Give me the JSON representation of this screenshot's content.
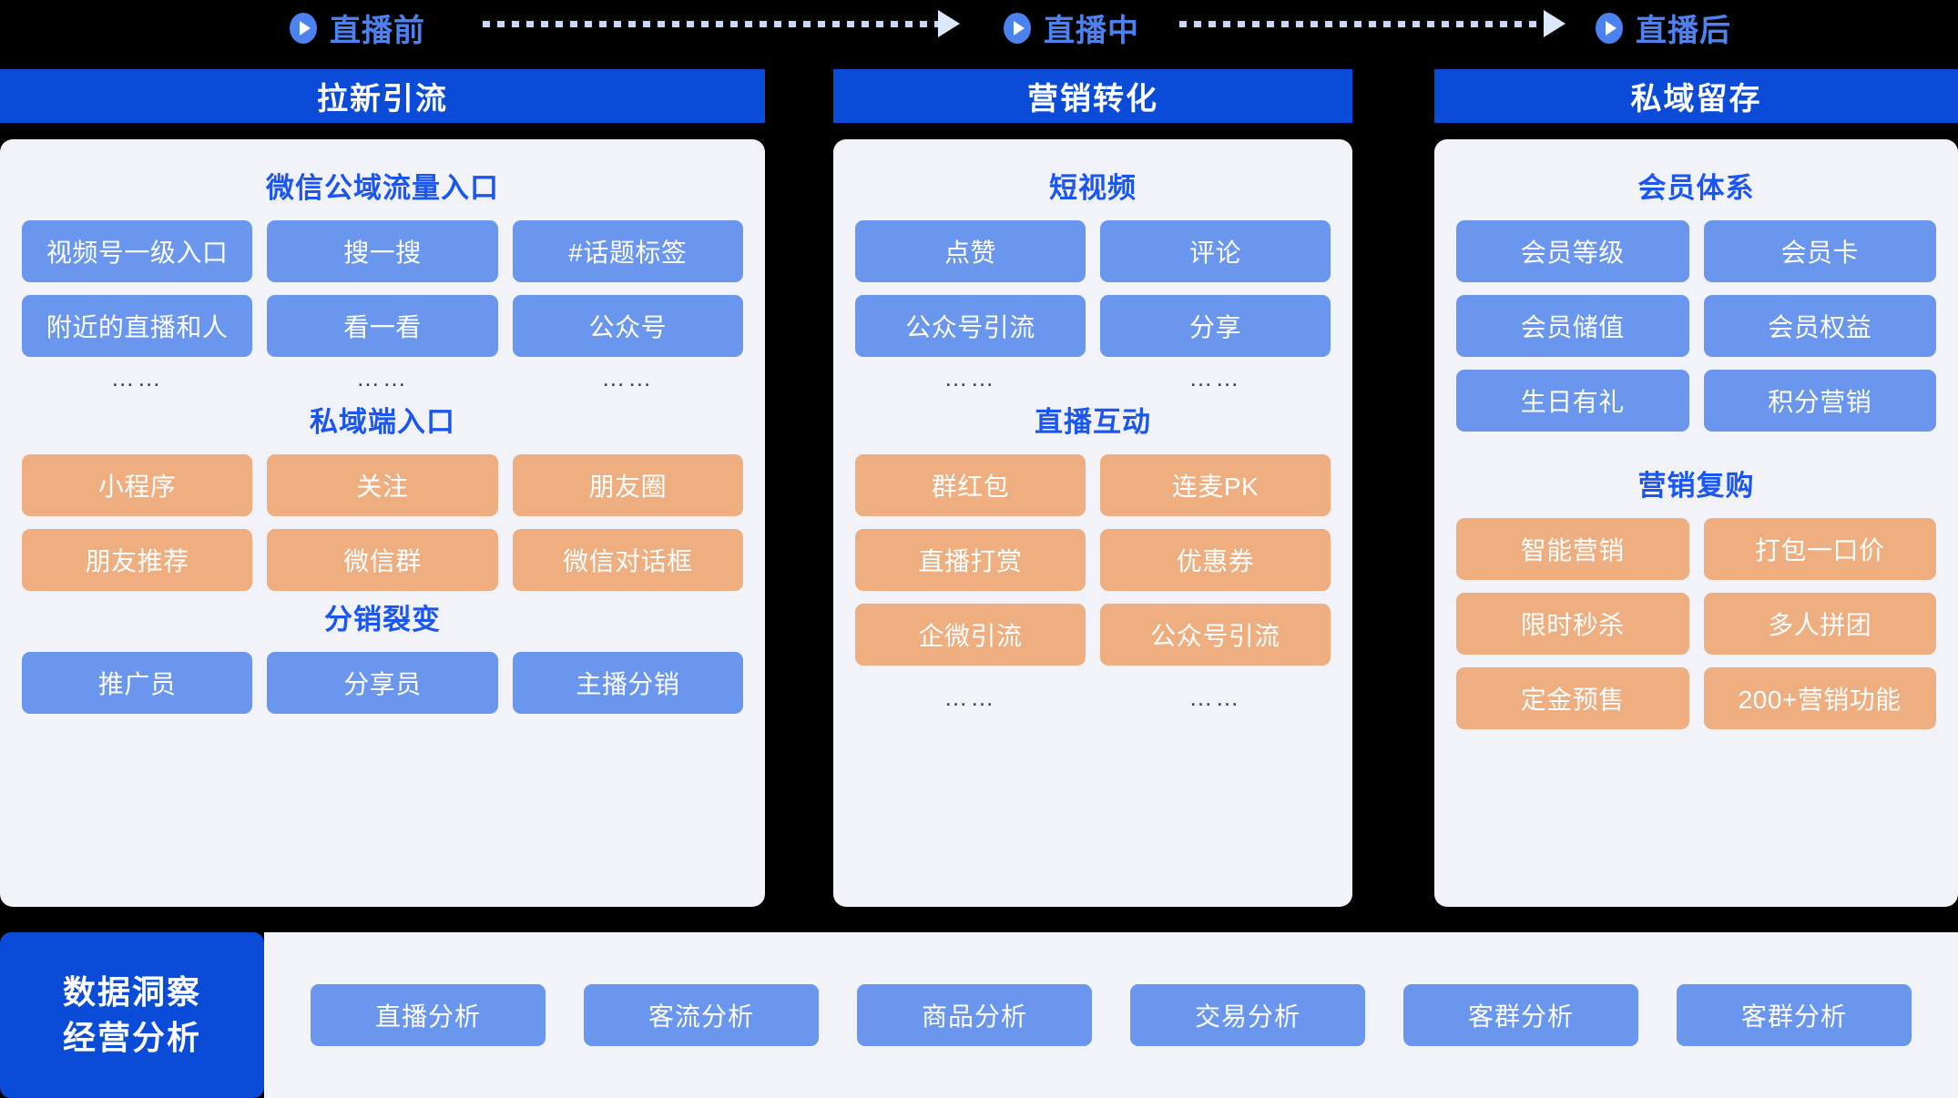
{
  "phases": [
    {
      "icon": "play-circle-icon",
      "label": "直播前"
    },
    {
      "icon": "play-circle-icon",
      "label": "直播中"
    },
    {
      "icon": "play-circle-icon",
      "label": "直播后"
    }
  ],
  "columns": [
    {
      "header": "拉新引流",
      "sections": [
        {
          "title": "微信公域流量入口",
          "style": "blue",
          "cols": 3,
          "items": [
            "视频号一级入口",
            "搜一搜",
            "#话题标签",
            "附近的直播和人",
            "看一看",
            "公众号"
          ],
          "ellipsis": [
            "……",
            "……",
            "……"
          ]
        },
        {
          "title": "私域端入口",
          "style": "orange",
          "cols": 3,
          "items": [
            "小程序",
            "关注",
            "朋友圈",
            "朋友推荐",
            "微信群",
            "微信对话框"
          ],
          "ellipsis": []
        },
        {
          "title": "分销裂变",
          "style": "blue",
          "cols": 3,
          "items": [
            "推广员",
            "分享员",
            "主播分销"
          ],
          "ellipsis": []
        }
      ]
    },
    {
      "header": "营销转化",
      "sections": [
        {
          "title": "短视频",
          "style": "blue",
          "cols": 2,
          "items": [
            "点赞",
            "评论",
            "公众号引流",
            "分享"
          ],
          "ellipsis": [
            "……",
            "……"
          ]
        },
        {
          "title": "直播互动",
          "style": "orange",
          "cols": 2,
          "items": [
            "群红包",
            "连麦PK",
            "直播打赏",
            "优惠券",
            "企微引流",
            "公众号引流"
          ],
          "ellipsis": [
            "……",
            "……"
          ]
        }
      ]
    },
    {
      "header": "私域留存",
      "sections": [
        {
          "title": "会员体系",
          "style": "blue",
          "cols": 2,
          "items": [
            "会员等级",
            "会员卡",
            "会员储值",
            "会员权益",
            "生日有礼",
            "积分营销"
          ],
          "ellipsis": []
        },
        {
          "title": "营销复购",
          "style": "orange",
          "cols": 2,
          "items": [
            "智能营销",
            "打包一口价",
            "限时秒杀",
            "多人拼团",
            "定金预售",
            "200+营销功能"
          ],
          "ellipsis": []
        }
      ]
    }
  ],
  "bottom": {
    "label_line1": "数据洞察",
    "label_line2": "经营分析",
    "items": [
      "直播分析",
      "客流分析",
      "商品分析",
      "交易分析",
      "客群分析",
      "客群分析"
    ]
  },
  "colors": {
    "banner_blue": "#0A4CD8",
    "pill_blue": "#6A97ED",
    "pill_orange": "#EFAE80",
    "title_blue": "#1B56F0",
    "phase_blue": "#4C82F0",
    "card_bg": "#F1F3F8",
    "arrow_dots": "#C6DAF8",
    "page_bg": "#000000"
  }
}
